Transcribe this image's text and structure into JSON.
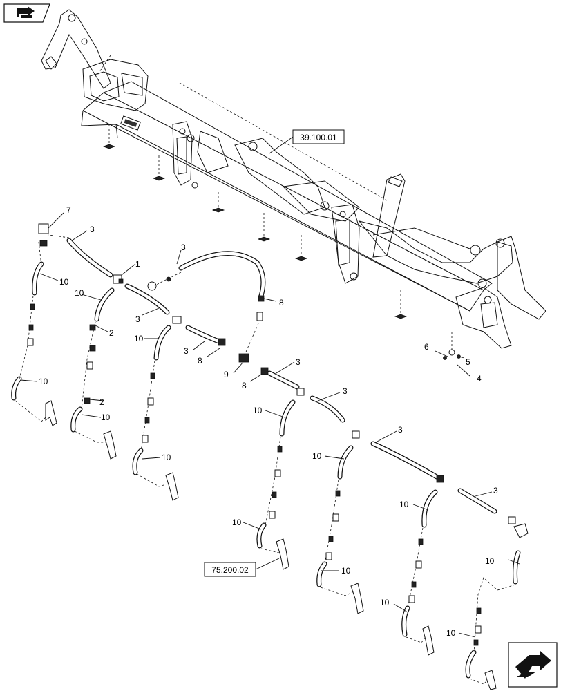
{
  "nav": {
    "back_icon": "return-arrow-icon",
    "forward_icon": "next-page-arrow-icon"
  },
  "references": {
    "frame_ref": "39.100.01",
    "opener_ref": "75.200.02"
  },
  "callouts": [
    {
      "id": "c7",
      "text": "7"
    },
    {
      "id": "c3a",
      "text": "3"
    },
    {
      "id": "c10a",
      "text": "10"
    },
    {
      "id": "c1",
      "text": "1"
    },
    {
      "id": "c3b",
      "text": "3"
    },
    {
      "id": "c10b",
      "text": "10"
    },
    {
      "id": "c8a",
      "text": "8"
    },
    {
      "id": "c3c",
      "text": "3"
    },
    {
      "id": "c2a",
      "text": "2"
    },
    {
      "id": "c10c",
      "text": "10"
    },
    {
      "id": "c3d",
      "text": "3"
    },
    {
      "id": "c8b",
      "text": "8"
    },
    {
      "id": "c9",
      "text": "9"
    },
    {
      "id": "c8c",
      "text": "8"
    },
    {
      "id": "c3e",
      "text": "3"
    },
    {
      "id": "c10d",
      "text": "10"
    },
    {
      "id": "c2b",
      "text": "2"
    },
    {
      "id": "c10e",
      "text": "10"
    },
    {
      "id": "c10f",
      "text": "10"
    },
    {
      "id": "c3f",
      "text": "3"
    },
    {
      "id": "c10g",
      "text": "10"
    },
    {
      "id": "c3g",
      "text": "3"
    },
    {
      "id": "c10h",
      "text": "10"
    },
    {
      "id": "c3h",
      "text": "3"
    },
    {
      "id": "c10i",
      "text": "10"
    },
    {
      "id": "c10j",
      "text": "10"
    },
    {
      "id": "c10k",
      "text": "10"
    },
    {
      "id": "c10l",
      "text": "10"
    },
    {
      "id": "c10m",
      "text": "10"
    },
    {
      "id": "c10n",
      "text": "10"
    },
    {
      "id": "c6",
      "text": "6"
    },
    {
      "id": "c5",
      "text": "5"
    },
    {
      "id": "c4",
      "text": "4"
    }
  ]
}
